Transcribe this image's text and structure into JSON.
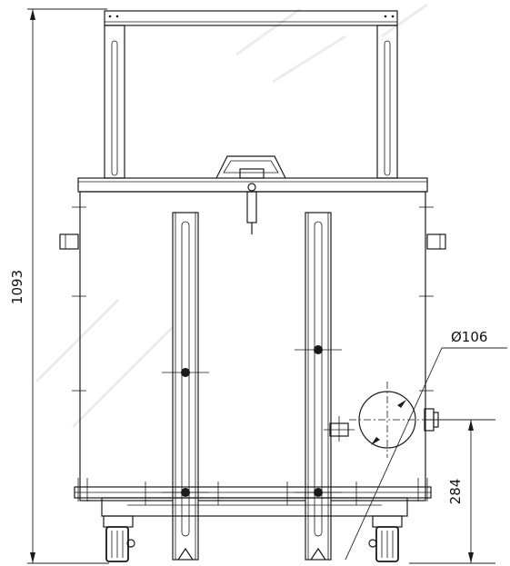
{
  "dimensions": {
    "overall_height": "1093",
    "outlet_diameter": "Ø106",
    "outlet_height": "284"
  },
  "icons": [
    "caster-wheel-icon",
    "latch-icon",
    "handle-icon",
    "outlet-port-icon"
  ]
}
